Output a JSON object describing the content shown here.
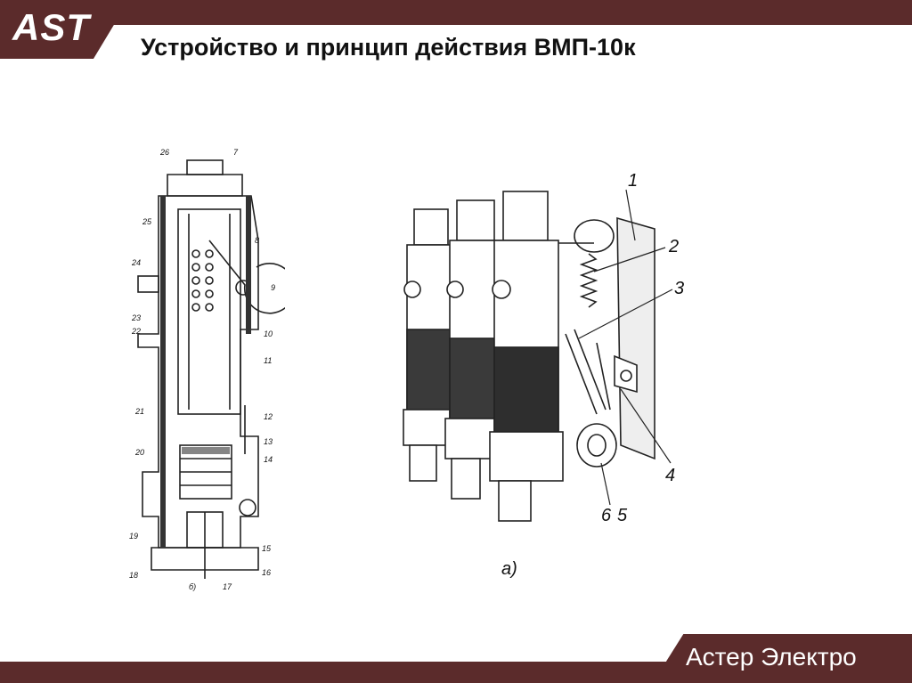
{
  "header": {
    "logo_text": "AST",
    "title": "Устройство и принцип действия ВМП-10к"
  },
  "footer": {
    "brand": "Астер Электро"
  },
  "figure_left": {
    "labels": [
      "26",
      "7",
      "25",
      "8",
      "24",
      "9",
      "23",
      "22",
      "10",
      "11",
      "21",
      "12",
      "13",
      "20",
      "14",
      "19",
      "15",
      "18",
      "16",
      "б)",
      "17"
    ]
  },
  "figure_right": {
    "labels": [
      "1",
      "2",
      "3",
      "4",
      "6",
      "5"
    ],
    "caption": "а)"
  },
  "colors": {
    "brand": "#5b2b2b",
    "text": "#111111",
    "background": "#ffffff"
  }
}
